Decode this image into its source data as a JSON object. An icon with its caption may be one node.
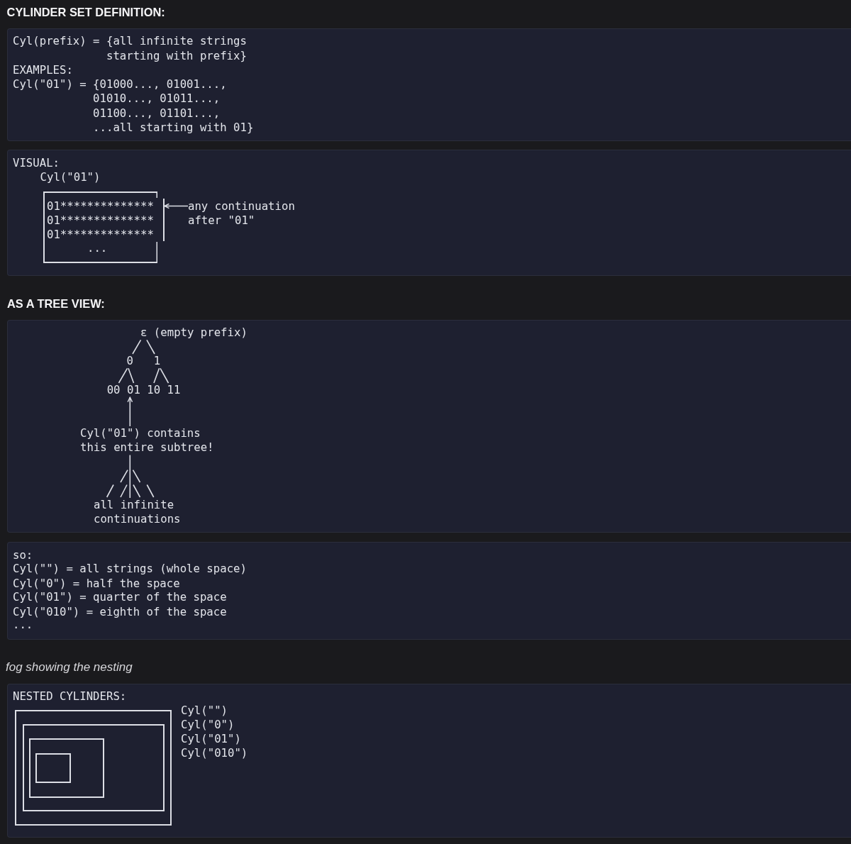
{
  "diagram": {
    "title": "CYLINDER SET DEFINITION:",
    "nodes": [
      {
        "text": [
          "Cyl(prefix) = {all infinite strings starting with prefix}",
          "EXAMPLES:",
          "Cyl(\"01\") = {01000..., 01001..., 01010..., 01011..., 01100..., 01101..., ...all starting with 01}"
        ]
      },
      {
        "text": [
          "VISUAL:",
          "Cyl(\"01\")"
        ]
      },
      {
        "text": [
          "01**************",
          "01**************",
          "01**************",
          "..."
        ],
        "in": 1
      },
      {
        "text": [],
        "shape": "bar",
        "in": 1
      },
      {
        "text": [
          "any continuation after \"01\""
        ],
        "in": 1
      },
      {
        "text": [],
        "shape": "box"
      },
      {
        "text": [
          "ε (empty prefix)"
        ],
        "in": 5
      },
      {
        "text": [
          "0"
        ],
        "in": 5
      },
      {
        "text": [
          "1"
        ],
        "in": 5
      },
      {
        "text": [
          "00"
        ],
        "in": 5
      },
      {
        "text": [
          "01"
        ],
        "in": 5
      },
      {
        "text": [
          "10"
        ],
        "in": 5
      },
      {
        "text": [
          "11"
        ],
        "in": 5
      },
      {
        "text": [
          "Cyl(\"01\") contains this entire subtree!"
        ],
        "in": 5
      },
      {
        "text": [
          "all infinite continuations"
        ],
        "in": 5
      },
      {
        "text": [
          "so:",
          "Cyl(\"\") = all strings (whole space)",
          "Cyl(\"0\") = half the space",
          "Cyl(\"01\") = quarter of the space",
          "Cyl(\"010\") = eighth of the space",
          "..."
        ]
      },
      {
        "text": [
          "NESTED CYLINDERS:",
          "Cyl(\"\")",
          "Cyl(\"0\")",
          "Cyl(\"01\")",
          "Cyl(\"010\")"
        ]
      },
      {
        "text": [],
        "shape": "box",
        "in": 16
      },
      {
        "text": [],
        "shape": "box",
        "in": 17
      },
      {
        "text": [],
        "shape": "box",
        "in": 18
      },
      {
        "text": [],
        "shape": "box",
        "in": 19
      }
    ],
    "edges": [
      {
        "from": 4,
        "to": 3,
        "arrow": "to"
      },
      {
        "from": 6,
        "to": 7,
        "arrow": "none"
      },
      {
        "from": 6,
        "to": 8,
        "arrow": "none"
      },
      {
        "from": 7,
        "to": 9,
        "arrow": "none"
      },
      {
        "from": 7,
        "to": 10,
        "arrow": "none"
      },
      {
        "from": 8,
        "to": 11,
        "arrow": "none"
      },
      {
        "from": 8,
        "to": 12,
        "arrow": "none"
      },
      {
        "from": 13,
        "to": 10,
        "arrow": "to"
      },
      {
        "from": 13,
        "to": 14,
        "arrow": "none"
      }
    ],
    "labels": [
      "AS A TREE VIEW:",
      "fog showing the nesting"
    ]
  }
}
